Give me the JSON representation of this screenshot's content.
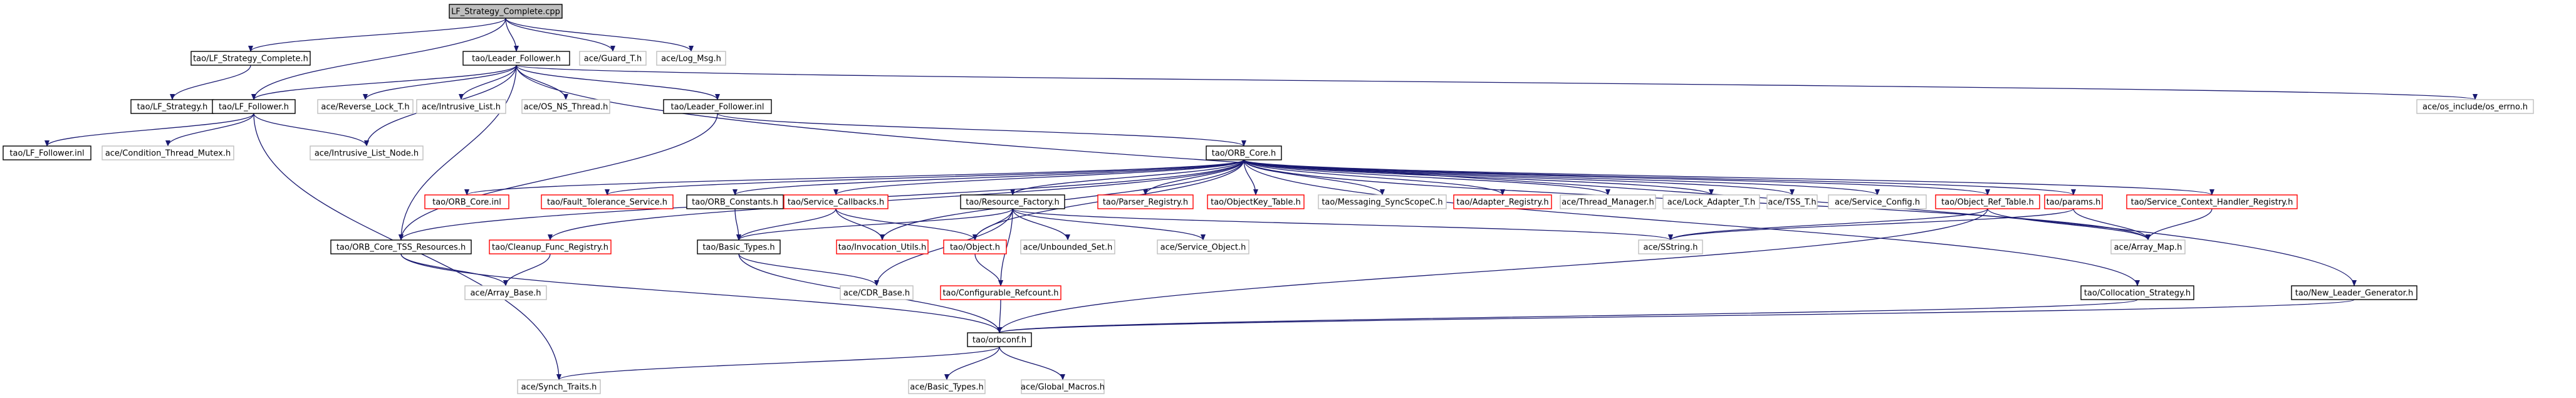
{
  "colors": {
    "edge": "#191970",
    "root_fill": "#bfbfbf",
    "node_fill": "#ffffff",
    "documented_border": "#000000",
    "undocumented_border": "#bfbfbf",
    "truncated_border": "#ff0000"
  },
  "nodes": [
    {
      "id": "root",
      "label": "LF_Strategy_Complete.cpp",
      "style": "root"
    },
    {
      "id": "lfsc_h",
      "label": "tao/LF_Strategy_Complete.h",
      "style": "documented"
    },
    {
      "id": "lf_h",
      "label": "tao/Leader_Follower.h",
      "style": "documented"
    },
    {
      "id": "guard",
      "label": "ace/Guard_T.h",
      "style": "undocumented"
    },
    {
      "id": "logmsg",
      "label": "ace/Log_Msg.h",
      "style": "undocumented"
    },
    {
      "id": "lfstrat",
      "label": "tao/LF_Strategy.h",
      "style": "documented"
    },
    {
      "id": "lffol_h",
      "label": "tao/LF_Follower.h",
      "style": "documented"
    },
    {
      "id": "revlock",
      "label": "ace/Reverse_Lock_T.h",
      "style": "undocumented"
    },
    {
      "id": "intrlist",
      "label": "ace/Intrusive_List.h",
      "style": "undocumented"
    },
    {
      "id": "osns",
      "label": "ace/OS_NS_Thread.h",
      "style": "undocumented"
    },
    {
      "id": "lf_inl",
      "label": "tao/Leader_Follower.inl",
      "style": "documented"
    },
    {
      "id": "errno",
      "label": "ace/os_include/os_errno.h",
      "style": "undocumented"
    },
    {
      "id": "lffol_inl",
      "label": "tao/LF_Follower.inl",
      "style": "documented"
    },
    {
      "id": "condmutex",
      "label": "ace/Condition_Thread_Mutex.h",
      "style": "undocumented"
    },
    {
      "id": "intrnode",
      "label": "ace/Intrusive_List_Node.h",
      "style": "undocumented"
    },
    {
      "id": "orbcore",
      "label": "tao/ORB_Core.h",
      "style": "documented"
    },
    {
      "id": "orbcore_inl",
      "label": "tao/ORB_Core.inl",
      "style": "truncated"
    },
    {
      "id": "ftsvc",
      "label": "tao/Fault_Tolerance_Service.h",
      "style": "truncated"
    },
    {
      "id": "orbconst",
      "label": "tao/ORB_Constants.h",
      "style": "documented"
    },
    {
      "id": "svccb",
      "label": "tao/Service_Callbacks.h",
      "style": "truncated"
    },
    {
      "id": "resfact",
      "label": "tao/Resource_Factory.h",
      "style": "documented"
    },
    {
      "id": "parser",
      "label": "tao/Parser_Registry.h",
      "style": "truncated"
    },
    {
      "id": "objkey",
      "label": "tao/ObjectKey_Table.h",
      "style": "truncated"
    },
    {
      "id": "msgsync",
      "label": "tao/Messaging_SyncScopeC.h",
      "style": "undocumented"
    },
    {
      "id": "adapter",
      "label": "tao/Adapter_Registry.h",
      "style": "truncated"
    },
    {
      "id": "thrmgr",
      "label": "ace/Thread_Manager.h",
      "style": "undocumented"
    },
    {
      "id": "lockadp",
      "label": "ace/Lock_Adapter_T.h",
      "style": "undocumented"
    },
    {
      "id": "tss",
      "label": "ace/TSS_T.h",
      "style": "undocumented"
    },
    {
      "id": "svccfg",
      "label": "ace/Service_Config.h",
      "style": "undocumented"
    },
    {
      "id": "objref",
      "label": "tao/Object_Ref_Table.h",
      "style": "truncated"
    },
    {
      "id": "params",
      "label": "tao/params.h",
      "style": "truncated"
    },
    {
      "id": "sch_reg",
      "label": "tao/Service_Context_Handler_Registry.h",
      "style": "truncated"
    },
    {
      "id": "tssres",
      "label": "tao/ORB_Core_TSS_Resources.h",
      "style": "documented"
    },
    {
      "id": "cleanup",
      "label": "tao/Cleanup_Func_Registry.h",
      "style": "truncated"
    },
    {
      "id": "basictypes",
      "label": "tao/Basic_Types.h",
      "style": "documented"
    },
    {
      "id": "invutils",
      "label": "tao/Invocation_Utils.h",
      "style": "truncated"
    },
    {
      "id": "object",
      "label": "tao/Object.h",
      "style": "truncated"
    },
    {
      "id": "unbset",
      "label": "ace/Unbounded_Set.h",
      "style": "undocumented"
    },
    {
      "id": "svcobj",
      "label": "ace/Service_Object.h",
      "style": "undocumented"
    },
    {
      "id": "sstring",
      "label": "ace/SString.h",
      "style": "undocumented"
    },
    {
      "id": "arraymap",
      "label": "ace/Array_Map.h",
      "style": "undocumented"
    },
    {
      "id": "arraybase",
      "label": "ace/Array_Base.h",
      "style": "undocumented"
    },
    {
      "id": "cdrbase",
      "label": "ace/CDR_Base.h",
      "style": "undocumented"
    },
    {
      "id": "confref",
      "label": "tao/Configurable_Refcount.h",
      "style": "truncated"
    },
    {
      "id": "colloc",
      "label": "tao/Collocation_Strategy.h",
      "style": "documented"
    },
    {
      "id": "newleader",
      "label": "tao/New_Leader_Generator.h",
      "style": "documented"
    },
    {
      "id": "orbconf",
      "label": "tao/orbconf.h",
      "style": "documented"
    },
    {
      "id": "synch",
      "label": "ace/Synch_Traits.h",
      "style": "undocumented"
    },
    {
      "id": "basicty_ace",
      "label": "ace/Basic_Types.h",
      "style": "undocumented"
    },
    {
      "id": "globmac",
      "label": "ace/Global_Macros.h",
      "style": "undocumented"
    }
  ],
  "edges": [
    [
      "root",
      "lfsc_h"
    ],
    [
      "root",
      "lf_h"
    ],
    [
      "root",
      "guard"
    ],
    [
      "root",
      "logmsg"
    ],
    [
      "root",
      "lffol_h"
    ],
    [
      "lfsc_h",
      "lfstrat"
    ],
    [
      "lf_h",
      "lffol_h"
    ],
    [
      "lf_h",
      "revlock"
    ],
    [
      "lf_h",
      "intrlist"
    ],
    [
      "lf_h",
      "osns"
    ],
    [
      "lf_h",
      "lf_inl"
    ],
    [
      "lf_h",
      "errno"
    ],
    [
      "lf_h",
      "intrnode"
    ],
    [
      "lf_h",
      "tssres"
    ],
    [
      "lf_h",
      "newleader"
    ],
    [
      "lffol_h",
      "lffol_inl"
    ],
    [
      "lffol_h",
      "condmutex"
    ],
    [
      "lffol_h",
      "intrnode"
    ],
    [
      "lffol_h",
      "synch"
    ],
    [
      "lf_inl",
      "orbcore"
    ],
    [
      "lf_inl",
      "tssres"
    ],
    [
      "orbcore",
      "orbcore_inl"
    ],
    [
      "orbcore",
      "ftsvc"
    ],
    [
      "orbcore",
      "orbconst"
    ],
    [
      "orbcore",
      "svccb"
    ],
    [
      "orbcore",
      "resfact"
    ],
    [
      "orbcore",
      "parser"
    ],
    [
      "orbcore",
      "objkey"
    ],
    [
      "orbcore",
      "msgsync"
    ],
    [
      "orbcore",
      "adapter"
    ],
    [
      "orbcore",
      "thrmgr"
    ],
    [
      "orbcore",
      "lockadp"
    ],
    [
      "orbcore",
      "tss"
    ],
    [
      "orbcore",
      "svccfg"
    ],
    [
      "orbcore",
      "objref"
    ],
    [
      "orbcore",
      "params"
    ],
    [
      "orbcore",
      "sch_reg"
    ],
    [
      "orbcore",
      "tssres"
    ],
    [
      "orbcore",
      "cleanup"
    ],
    [
      "orbcore",
      "invutils"
    ],
    [
      "orbcore",
      "object"
    ],
    [
      "orbcore",
      "colloc"
    ],
    [
      "orbcore",
      "arraymap"
    ],
    [
      "tssres",
      "arraybase"
    ],
    [
      "tssres",
      "orbconf"
    ],
    [
      "cleanup",
      "arraybase"
    ],
    [
      "orbconst",
      "basictypes"
    ],
    [
      "svccb",
      "basictypes"
    ],
    [
      "svccb",
      "invutils"
    ],
    [
      "svccb",
      "object"
    ],
    [
      "resfact",
      "basictypes"
    ],
    [
      "resfact",
      "object"
    ],
    [
      "resfact",
      "unbset"
    ],
    [
      "resfact",
      "svcobj"
    ],
    [
      "resfact",
      "sstring"
    ],
    [
      "resfact",
      "cdrbase"
    ],
    [
      "resfact",
      "confref"
    ],
    [
      "objref",
      "sstring"
    ],
    [
      "objref",
      "arraymap"
    ],
    [
      "objref",
      "orbconf"
    ],
    [
      "params",
      "arraymap"
    ],
    [
      "params",
      "sstring"
    ],
    [
      "sch_reg",
      "arraymap"
    ],
    [
      "basictypes",
      "cdrbase"
    ],
    [
      "basictypes",
      "orbconf"
    ],
    [
      "object",
      "confref"
    ],
    [
      "confref",
      "orbconf"
    ],
    [
      "colloc",
      "orbconf"
    ],
    [
      "newleader",
      "orbconf"
    ],
    [
      "orbconf",
      "synch"
    ],
    [
      "orbconf",
      "basicty_ace"
    ],
    [
      "orbconf",
      "globmac"
    ]
  ]
}
